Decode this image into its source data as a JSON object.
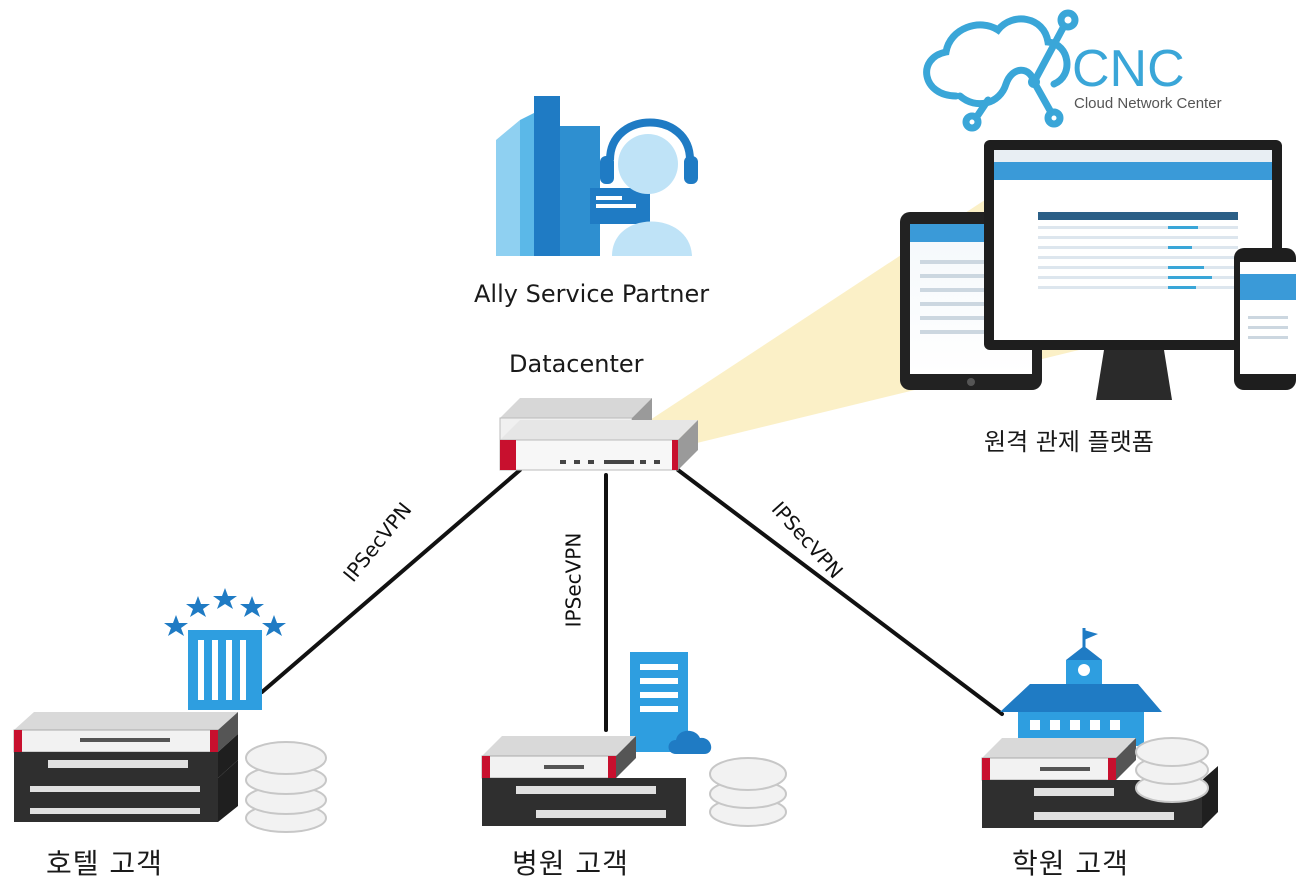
{
  "logo": {
    "title": "CNC",
    "subtitle": "Cloud Network Center"
  },
  "partner": {
    "label": "Ally Service Partner"
  },
  "datacenter": {
    "label": "Datacenter"
  },
  "platform": {
    "label": "원격 관제 플랫폼"
  },
  "links": [
    {
      "label": "IPSecVPN"
    },
    {
      "label": "IPSecVPN"
    },
    {
      "label": "IPSecVPN"
    }
  ],
  "sites": [
    {
      "label": "호텔 고객"
    },
    {
      "label": "병원 고객"
    },
    {
      "label": "학원 고객"
    }
  ],
  "colors": {
    "accent_blue": "#1e88c7",
    "cloud_blue": "#3aa6d8",
    "device_red": "#c8102e",
    "beam": "#fbefc4"
  }
}
